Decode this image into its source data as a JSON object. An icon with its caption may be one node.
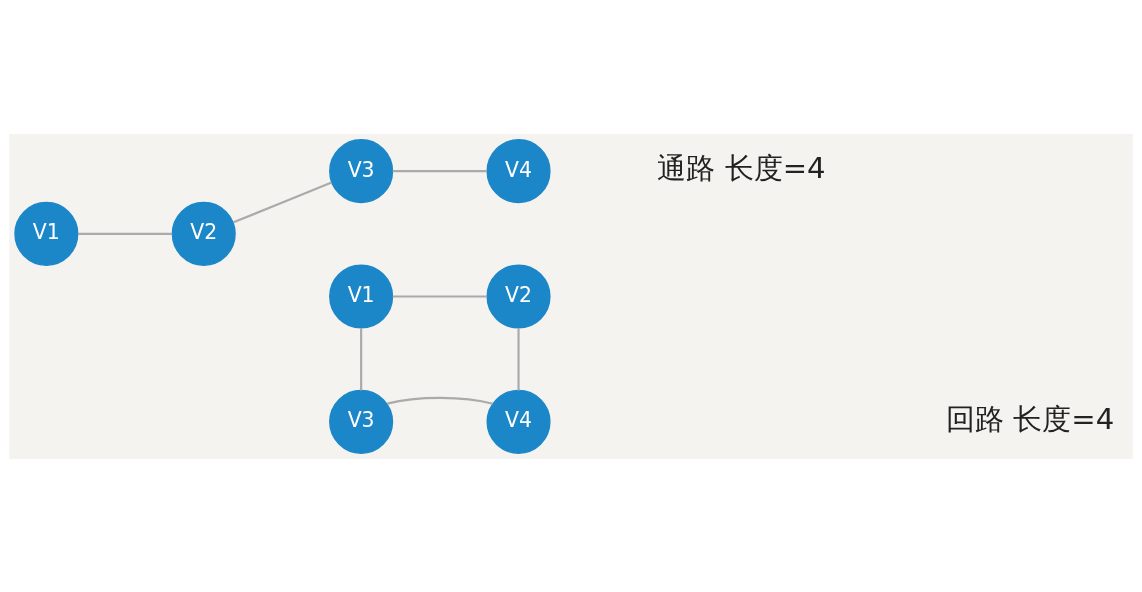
{
  "diagram": {
    "nodes": [
      {
        "text": [
          "V1"
        ]
      },
      {
        "text": [
          "V2"
        ]
      },
      {
        "text": [
          "V3"
        ]
      },
      {
        "text": [
          "V4"
        ]
      },
      {
        "text": [
          "V1"
        ]
      },
      {
        "text": [
          "V2"
        ]
      },
      {
        "text": [
          "V3"
        ]
      },
      {
        "text": [
          "V4"
        ]
      }
    ],
    "edges": [
      {
        "from": 0,
        "to": 1,
        "arrow": "none"
      },
      {
        "from": 1,
        "to": 2,
        "arrow": "none"
      },
      {
        "from": 2,
        "to": 3,
        "arrow": "none"
      },
      {
        "from": 4,
        "to": 5,
        "arrow": "none"
      },
      {
        "from": 5,
        "to": 7,
        "arrow": "none"
      },
      {
        "from": 7,
        "to": 6,
        "arrow": "none"
      },
      {
        "from": 6,
        "to": 4,
        "arrow": "none"
      }
    ],
    "labels": [
      "通路 长度=4",
      "回路 长度=4"
    ]
  }
}
